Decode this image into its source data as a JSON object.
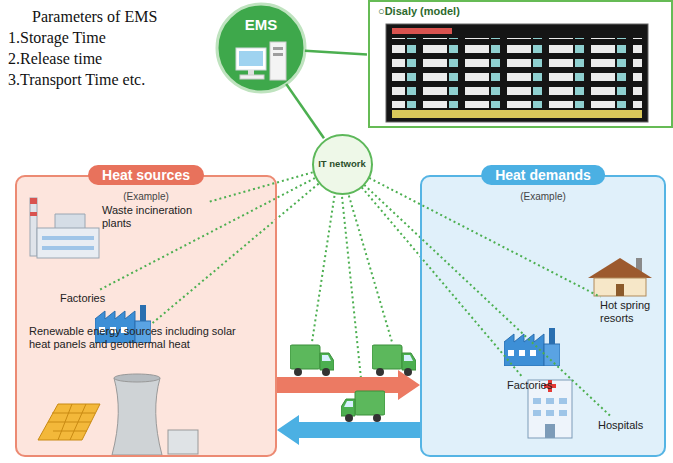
{
  "diagram": {
    "nodes": [
      {
        "text": [
          "EMS"
        ]
      },
      {
        "text": [
          "○Disaly (model)"
        ]
      },
      {
        "text": [
          "IT network"
        ]
      },
      {
        "text": [
          "Heat sources",
          "(Example)"
        ]
      },
      {
        "text": [
          "Waste incineration plants"
        ],
        "in": 3
      },
      {
        "text": [
          "Factories"
        ],
        "in": 3
      },
      {
        "text": [
          "Renewable energy sources including solar heat panels and geothermal heat"
        ],
        "in": 3
      },
      {
        "text": [
          "Heat demands",
          "(Example)"
        ]
      },
      {
        "text": [
          "Hot spring resorts"
        ],
        "in": 7
      },
      {
        "text": [
          "Factories"
        ],
        "in": 7
      },
      {
        "text": [
          "Hospitals"
        ],
        "in": 7
      }
    ],
    "edges": [
      {
        "from": 0,
        "to": 1,
        "arrow": "none"
      },
      {
        "from": 0,
        "to": 2,
        "arrow": "none"
      },
      {
        "from": 2,
        "to": 4,
        "arrow": "none"
      },
      {
        "from": 2,
        "to": 5,
        "arrow": "none"
      },
      {
        "from": 2,
        "to": 6,
        "arrow": "none"
      },
      {
        "from": 2,
        "to": 8,
        "arrow": "none"
      },
      {
        "from": 2,
        "to": 9,
        "arrow": "none"
      },
      {
        "from": 2,
        "to": 10,
        "arrow": "none"
      },
      {
        "from": 3,
        "to": 7,
        "arrow": "to"
      },
      {
        "from": 7,
        "to": 3,
        "arrow": "to"
      }
    ],
    "labels": [
      "Parameters of EMS",
      "1.Storage Time",
      "2.Release time",
      "3.Transport Time etc."
    ]
  }
}
